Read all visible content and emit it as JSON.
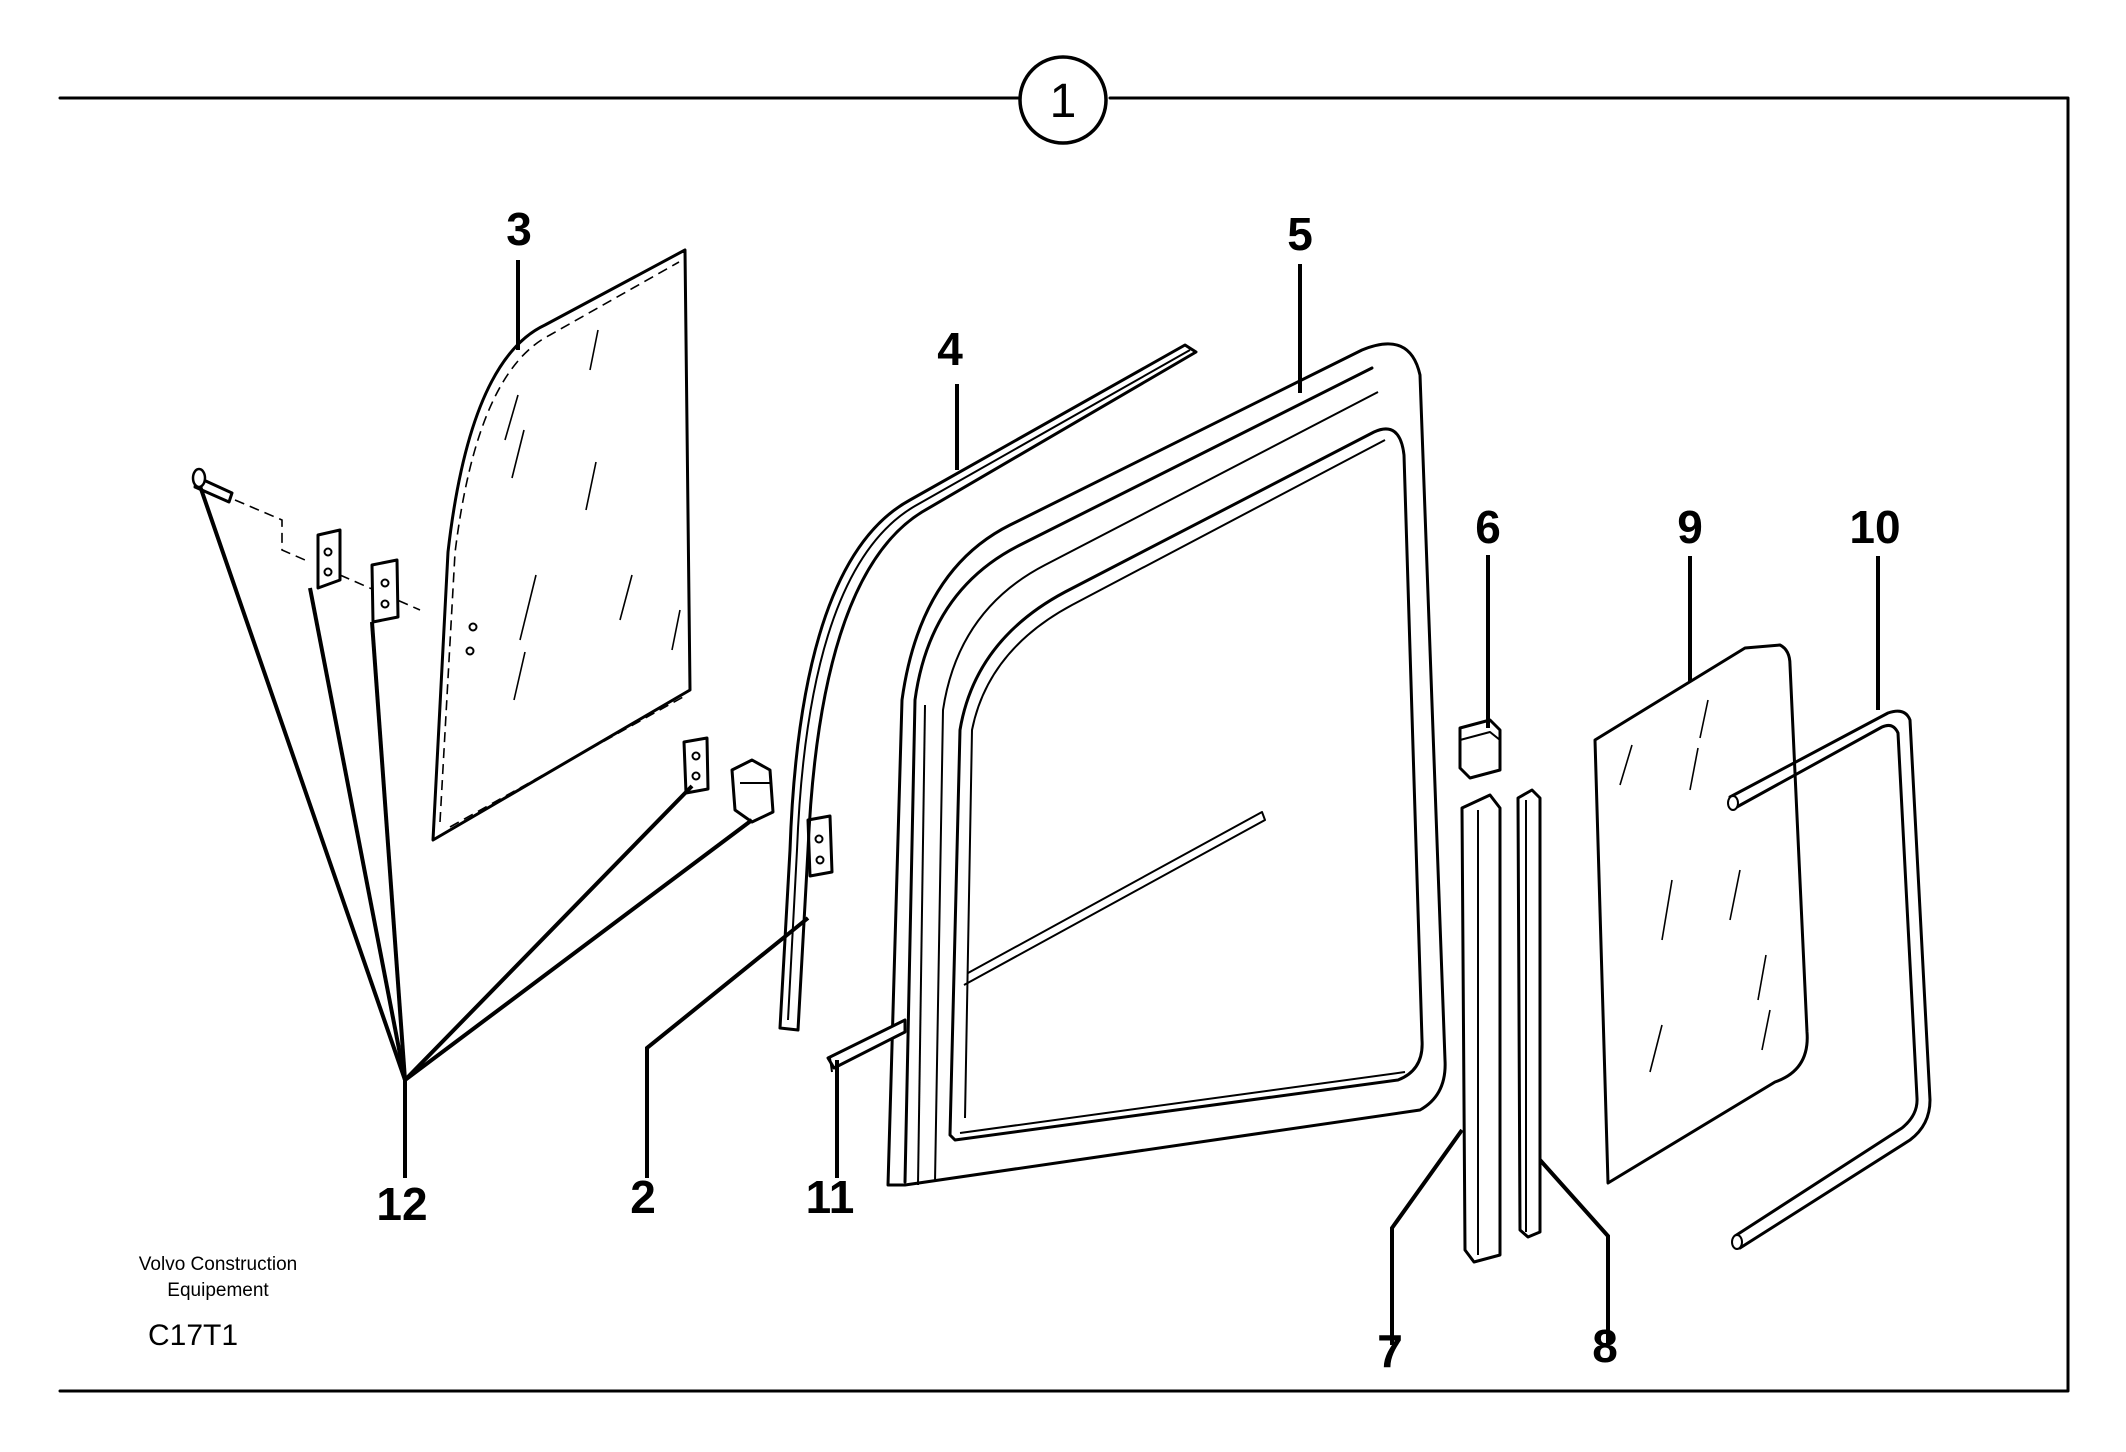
{
  "group_number": "1",
  "callouts": {
    "c2": "2",
    "c3": "3",
    "c4": "4",
    "c5": "5",
    "c6": "6",
    "c7": "7",
    "c8": "8",
    "c9": "9",
    "c10": "10",
    "c11": "11",
    "c12": "12"
  },
  "footer": {
    "company_line1": "Volvo Construction",
    "company_line2": "Equipement",
    "drawing_code": "C17T1"
  }
}
